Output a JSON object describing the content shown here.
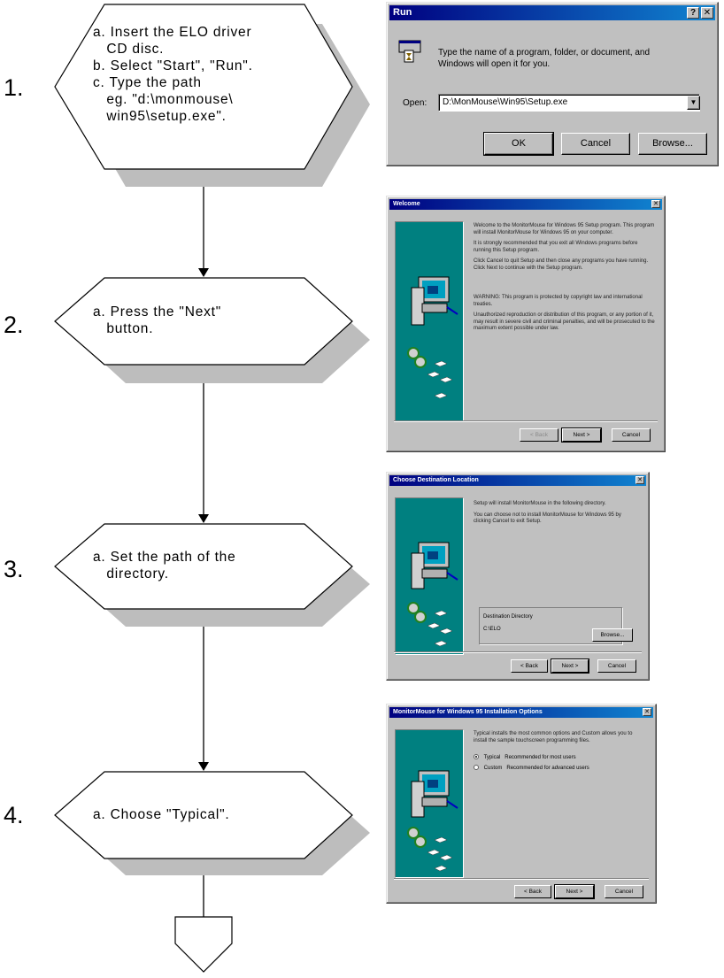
{
  "steps": [
    {
      "number": "1.",
      "lines": [
        "a. Insert the ELO driver",
        "   CD disc.",
        "b. Select \"Start\", \"Run\".",
        "c. Type the path",
        "   eg. \"d:\\monmouse\\",
        "   win95\\setup.exe\"."
      ]
    },
    {
      "number": "2.",
      "lines": [
        "a. Press the \"Next\"",
        "   button."
      ]
    },
    {
      "number": "3.",
      "lines": [
        "a. Set the path of the",
        "   directory."
      ]
    },
    {
      "number": "4.",
      "lines": [
        "a. Choose \"Typical\"."
      ]
    }
  ],
  "run_dialog": {
    "title": "Run",
    "help_glyph": "?",
    "close_glyph": "✕",
    "prompt_line1": "Type the name of a program, folder, or document, and",
    "prompt_line2": "Windows will open it for you.",
    "open_label": "Open:",
    "open_value": "D:\\MonMouse\\Win95\\Setup.exe",
    "ok_label": "OK",
    "cancel_label": "Cancel",
    "browse_label": "Browse...",
    "icon": "run-icon"
  },
  "welcome_dialog": {
    "title": "Welcome",
    "close_glyph": "✕",
    "paragraphs": [
      "Welcome to the MonitorMouse for Windows 95 Setup program. This program will install MonitorMouse for Windows 95 on your computer.",
      "It is strongly recommended that you exit all Windows programs before running this Setup program.",
      "Click Cancel to quit Setup and then close any programs you have running. Click Next to continue with the Setup program.",
      "WARNING: This program is protected by copyright law and international treaties.",
      "Unauthorized reproduction or distribution of this program, or any portion of it, may result in severe civil and criminal penalties, and will be prosecuted to the maximum extent possible under law."
    ],
    "back_label": "< Back",
    "next_label": "Next >",
    "cancel_label": "Cancel"
  },
  "location_dialog": {
    "title": "Choose Destination Location",
    "close_glyph": "✕",
    "paragraphs": [
      "Setup will install MonitorMouse in the following directory.",
      "You can choose not to install MonitorMouse for Windows 95 by clicking Cancel to exit Setup."
    ],
    "dest_label": "Destination Directory",
    "dest_value": "C:\\ELO",
    "browse_label": "Browse...",
    "back_label": "< Back",
    "next_label": "Next >",
    "cancel_label": "Cancel"
  },
  "options_dialog": {
    "title": "MonitorMouse for Windows 95 Installation Options",
    "close_glyph": "✕",
    "paragraph": "Typical installs the most common options and Custom allows you to install the sample touchscreen programming files.",
    "typical_label": "Typical",
    "typical_desc": "Recommended for most users",
    "custom_label": "Custom",
    "custom_desc": "Recommended for advanced users",
    "back_label": "< Back",
    "next_label": "Next >",
    "cancel_label": "Cancel"
  },
  "colors": {
    "titlebar": "#000080",
    "dialog_face": "#c0c0c0",
    "wizard_panel": "#008080"
  }
}
